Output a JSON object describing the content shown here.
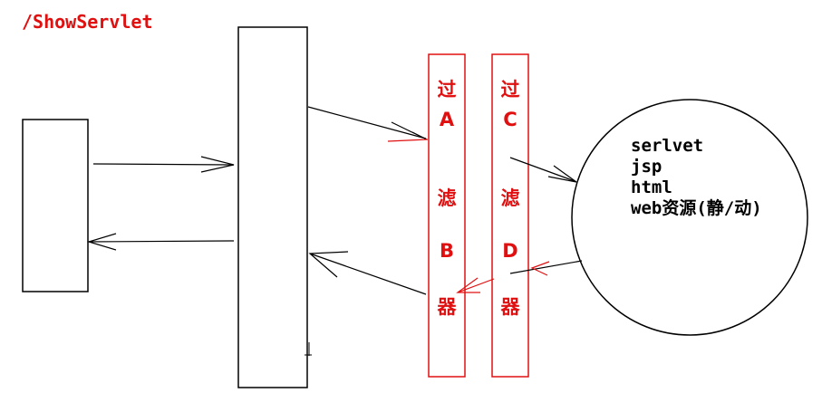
{
  "url_label": "/ShowServlet",
  "filter_left": {
    "chars": [
      "过",
      "A",
      "滤",
      "B",
      "器"
    ]
  },
  "filter_right": {
    "chars": [
      "过",
      "C",
      "滤",
      "D",
      "器"
    ]
  },
  "resources": [
    "serlvet",
    "jsp",
    "html",
    "web资源(静/动)"
  ],
  "colors": {
    "accent": "#e01010",
    "stroke": "#000000"
  }
}
